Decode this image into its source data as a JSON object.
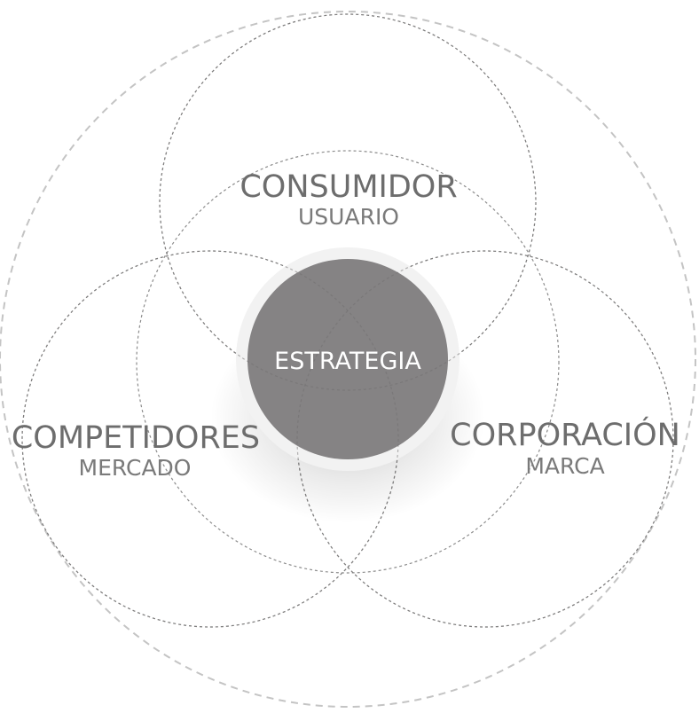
{
  "diagram": {
    "center": {
      "label": "ESTRATEGIA"
    },
    "groups": [
      {
        "id": "consumidor",
        "title": "CONSUMIDOR",
        "subtitle": "USUARIO"
      },
      {
        "id": "competidores",
        "title": "COMPETIDORES",
        "subtitle": "MERCADO"
      },
      {
        "id": "corporacion",
        "title": "CORPORACIÓN",
        "subtitle": "MARCA"
      }
    ]
  },
  "colors": {
    "outer_dash": "#c4c4c4",
    "inner_dash": "#8c8c8c",
    "center_fill": "#858384",
    "center_ring": "#f2f2f2",
    "center_text": "#ffffff",
    "label_text": "#6d6d6d",
    "sub_text": "#7a7a7a"
  }
}
